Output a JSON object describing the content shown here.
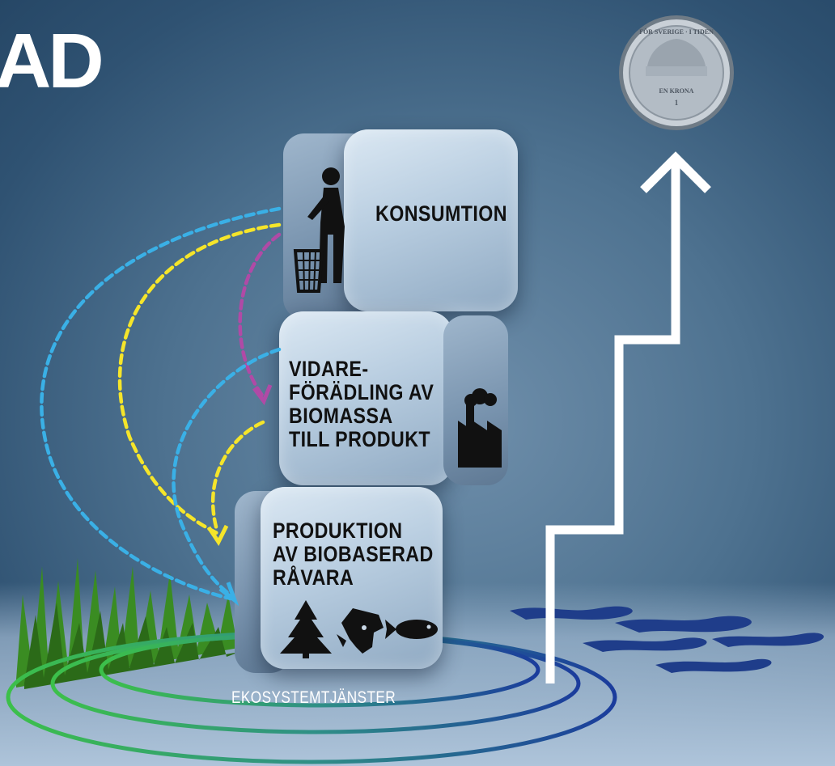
{
  "title_fragment": "AD",
  "blocks": {
    "consumption": {
      "label": "KONSUMTION",
      "icon": "trash-person-icon"
    },
    "refinement": {
      "label": "VIDARE-\nFÖRÄDLING AV\nBIOMASSA\nTILL PRODUKT",
      "icon": "factory-icon"
    },
    "production": {
      "label": "PRODUKTION\nAV BIOBASERAD\nRÅVARA",
      "icons": [
        "tree-icon",
        "cow-icon",
        "fish-icon"
      ]
    }
  },
  "ecosystem_label": "EKOSYSTEMTJÄNSTER",
  "coin": {
    "top_text": "FÖR SVERIGE · I TIDEN",
    "bottom_text": "EN KRONA",
    "value": "1"
  },
  "colors": {
    "cyan_flow": "#3ab0e6",
    "yellow_flow": "#f5e52a",
    "magenta_flow": "#b04aa6",
    "green_ring": "#35b24a",
    "blue_ring": "#1a3f9a",
    "arrow": "#ffffff"
  }
}
